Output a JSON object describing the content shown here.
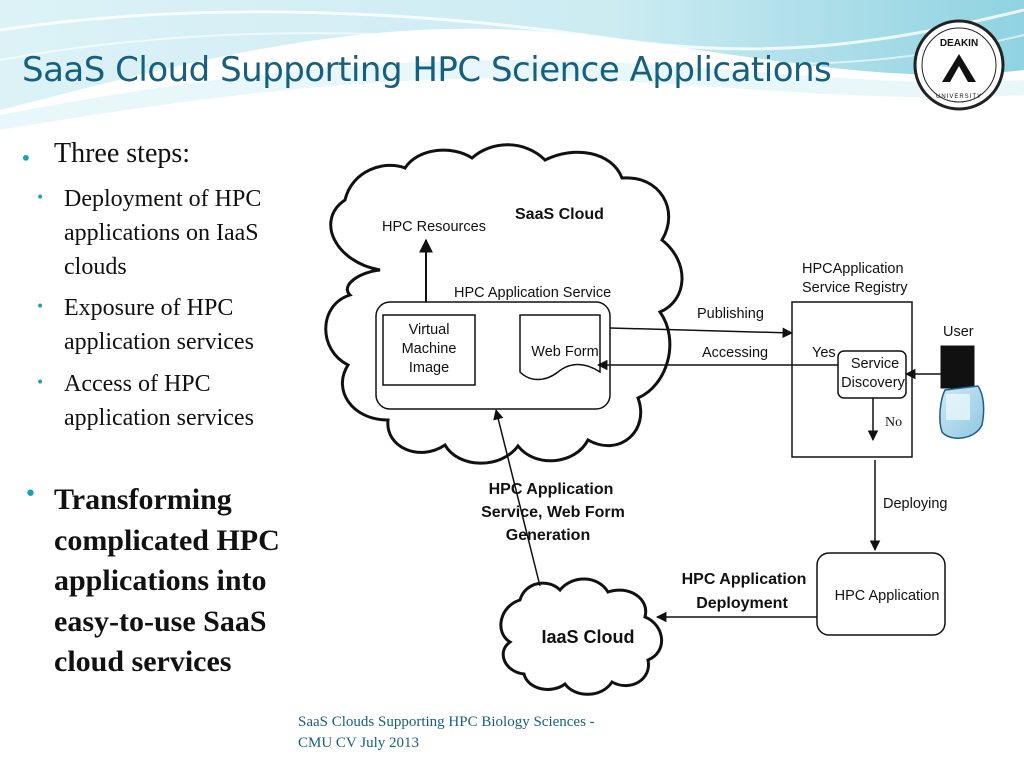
{
  "slide": {
    "title": "SaaS Cloud Supporting HPC Science Applications",
    "logo": {
      "text": "DEAKIN",
      "subtext": "UNIVERSITY"
    },
    "bullets": {
      "main1": "Three steps:",
      "sub": [
        {
          "line1": "Deployment of HPC",
          "line2": "applications on IaaS",
          "line3": "clouds"
        },
        {
          "line1": "Exposure of HPC",
          "line2": "application services"
        },
        {
          "line1": "Access of HPC",
          "line2": "application services"
        }
      ],
      "main2": [
        "Transforming",
        "complicated HPC",
        "applications into",
        "easy-to-use SaaS",
        "cloud services"
      ]
    },
    "footer": {
      "line1": "SaaS Clouds Supporting HPC Biology Sciences -",
      "line2": "CMU CV July 2013"
    }
  },
  "diagram": {
    "saas_cloud": "SaaS Cloud",
    "hpc_resources": "HPC Resources",
    "hpc_app_service": "HPC Application Service",
    "vm_image": [
      "Virtual",
      "Machine",
      "Image"
    ],
    "web_form": "Web Form",
    "registry": [
      "HPCApplication",
      "Service Registry"
    ],
    "publishing": "Publishing",
    "accessing": "Accessing",
    "yes": "Yes",
    "no": "No",
    "service_discovery": [
      "Service",
      "Discovery"
    ],
    "user": "User",
    "deploying": "Deploying",
    "generation": [
      "HPC Application",
      "Service, Web Form",
      "Generation"
    ],
    "deployment": [
      "HPC Application",
      "Deployment"
    ],
    "hpc_application": "HPC Application",
    "iaas_cloud": "IaaS Cloud"
  },
  "colors": {
    "title": "#17607d",
    "bullet": "#1f9fb6",
    "wave_light": "#bfe7f0",
    "wave_mid": "#7cc8dc"
  }
}
